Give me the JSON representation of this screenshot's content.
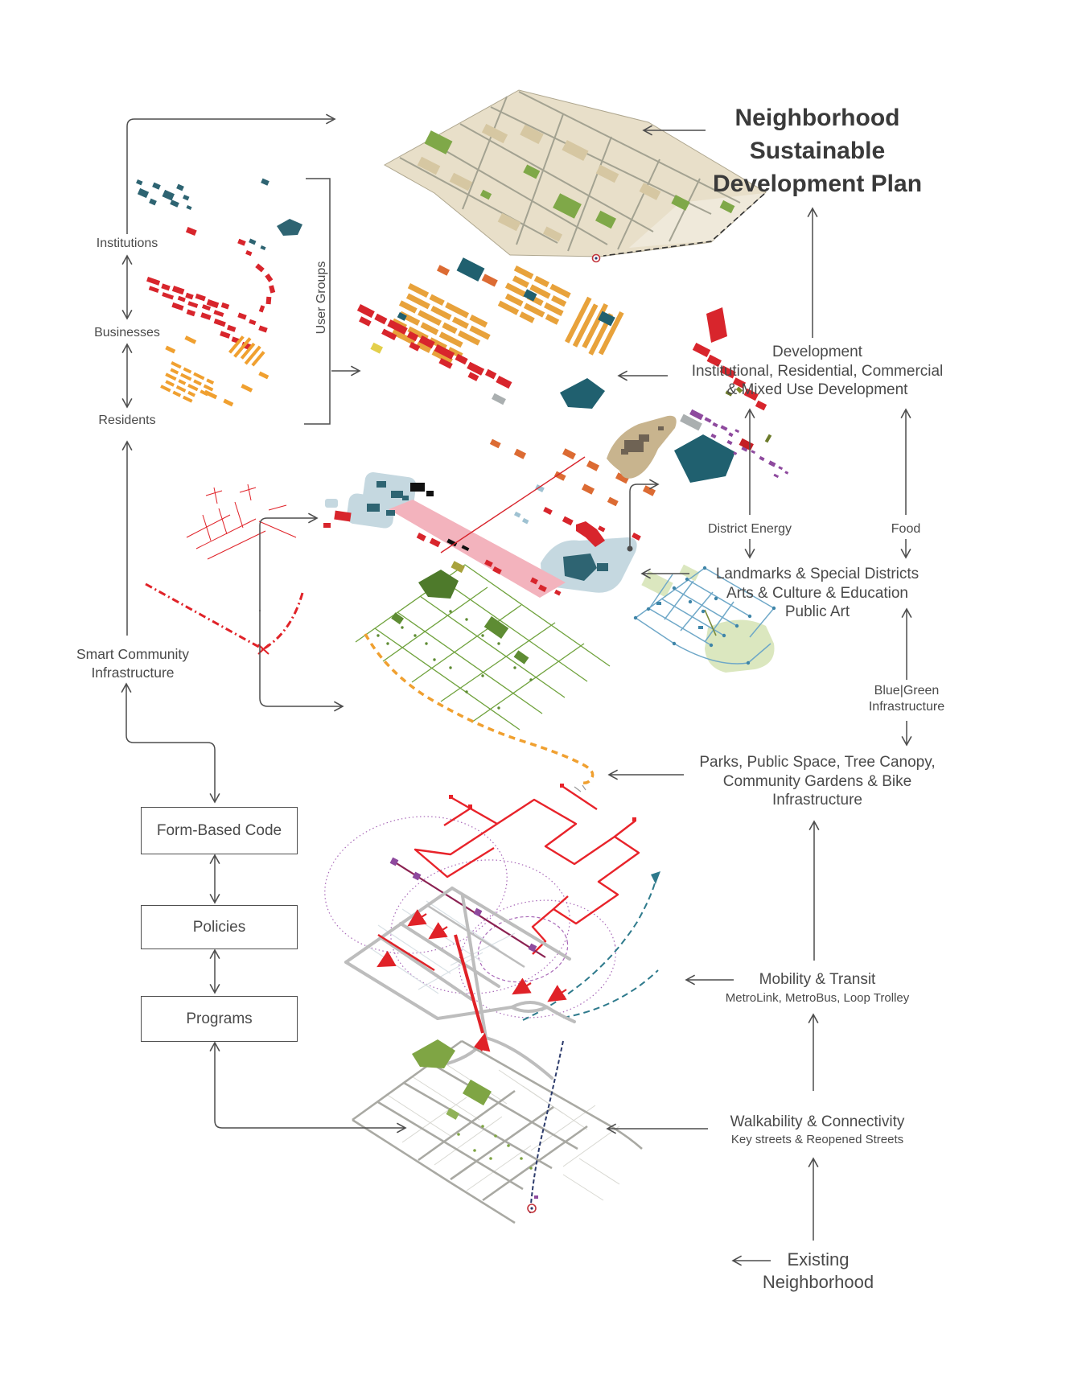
{
  "title": "Neighborhood\nSustainable\nDevelopment Plan",
  "user_groups": {
    "bracket_label": "User Groups",
    "institutions": "Institutions",
    "businesses": "Businesses",
    "residents": "Residents"
  },
  "left_flow": {
    "smart_infrastructure": "Smart Community\nInfrastructure",
    "form_based_code": "Form-Based Code",
    "policies": "Policies",
    "programs": "Programs"
  },
  "right_flow": {
    "development": "Development\nInstitutional, Residential, Commercial\n& Mixed Use Development",
    "district_energy": "District Energy",
    "food": "Food",
    "landmarks": "Landmarks & Special Districts\nArts & Culture & Education\nPublic Art",
    "blue_green": "Blue|Green\nInfrastructure",
    "parks": "Parks, Public Space, Tree Canopy,\nCommunity Gardens & Bike\nInfrastructure",
    "mobility_title": "Mobility & Transit",
    "mobility_subtitle": "MetroLink, MetroBus, Loop Trolley",
    "walkability_title": "Walkability & Connectivity",
    "walkability_subtitle": "Key streets & Reopened Streets",
    "existing_neighborhood": "Existing\nNeighborhood"
  },
  "colors": {
    "institutional_teal": "#2E6472",
    "commercial_red": "#D8252C",
    "residential_orange": "#E8A23B",
    "mixed_use_orange": "#DC6B33",
    "parks_green": "#6FA23C",
    "blue_green_blue": "#6FA8C8",
    "mobility_purple": "#8E4A9E",
    "transit_red": "#E8232A",
    "trolley_teal": "#2E7A8C",
    "pink_corridor": "#F3B3BD",
    "district_energy_tan": "#C8B48E",
    "arrow_gray": "#4D4D4D",
    "label_gray": "#4A4A4A"
  }
}
